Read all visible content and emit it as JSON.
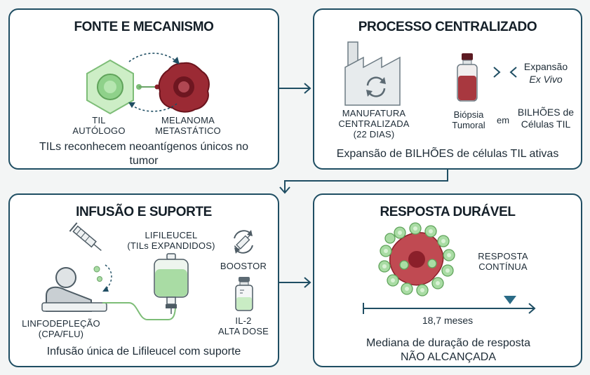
{
  "colors": {
    "border": "#1f4e63",
    "tcell": "#9fd79a",
    "melanoma": "#8b1f2a",
    "bag": "#a9dca4",
    "tumor_red": "#c04a52",
    "arrow": "#1f4e63"
  },
  "panel1": {
    "title": "FONTE E MECANISMO",
    "til_label_1": "TIL",
    "til_label_2": "AUTÓLOGO",
    "mel_label_1": "MELANOMA",
    "mel_label_2": "METASTÁTICO",
    "caption_1": "TILs reconhecem neoantígenos únicos no",
    "caption_2": "tumor"
  },
  "panel2": {
    "title": "PROCESSO CENTRALIZADO",
    "factory_1": "MANUFATURA",
    "factory_2": "CENTRALIZADA",
    "factory_3": "(22 DIAS)",
    "biopsy_1": "Biópsia",
    "biopsy_2": "Tumoral",
    "em": "em",
    "expansion_1": "Expansão",
    "expansion_2": "Ex Vivo",
    "billions_1": "BILHÕES de",
    "billions_2": "Células TIL",
    "caption": "Expansão de BILHÕES de células TIL ativas"
  },
  "panel3": {
    "title": "INFUSÃO E SUPORTE",
    "lifileucel_1": "LIFILEUCEL",
    "lifileucel_2": "(TILs EXPANDIDOS)",
    "booster": "BOOSTOR",
    "lympho_1": "LINFODEPLEÇÃO",
    "lympho_2": "(CPA/FLU)",
    "il2_1": "IL-2",
    "il2_2": "ALTA DOSE",
    "caption": "Infusão única de Lifileucel com suporte"
  },
  "panel4": {
    "title": "RESPOSTA DURÁVEL",
    "response_1": "RESPOSTA",
    "response_2": "CONTÍNUA",
    "timeline_value": "18,7 meses",
    "caption_1": "Mediana de duração de resposta",
    "caption_2": "NÃO ALCANÇADA"
  },
  "icons": [
    "t-cell-icon",
    "melanoma-cell-icon",
    "factory-icon",
    "cycle-arrows-icon",
    "biopsy-vial-icon",
    "expand-arrows-icon",
    "syringe-icon",
    "patient-icon",
    "iv-bag-icon",
    "booster-syringe-icon",
    "il2-vial-icon",
    "tumor-cluster-icon",
    "timeline-icon",
    "flow-arrow-icon"
  ]
}
